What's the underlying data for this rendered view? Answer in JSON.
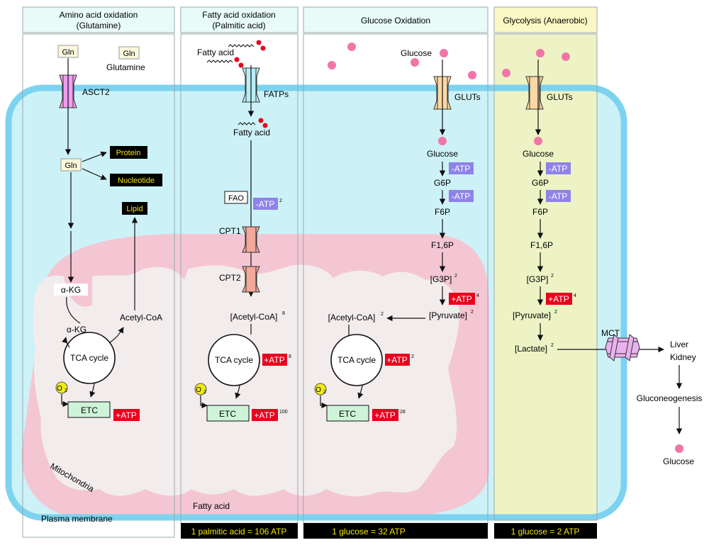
{
  "panels": {
    "amino": {
      "title_line1": "Amino acid oxidation",
      "title_line2": "(Glutamine)"
    },
    "fatty": {
      "title_line1": "Fatty acid oxidation",
      "title_line2": "(Palmitic acid)"
    },
    "glucose": {
      "title": "Glucose Oxidation"
    },
    "glycolysis": {
      "title": "Glycolysis (Anaerobic)"
    }
  },
  "labels": {
    "gln": "Gln",
    "glutamine": "Glutamine",
    "asct2": "ASCT2",
    "protein": "Protein",
    "nucleotide": "Nucleotide",
    "lipid": "Lipid",
    "akg": "α-KG",
    "acetyl_coa": "Acetyl-CoA",
    "tca_cycle": "TCA cycle",
    "etc": "ETC",
    "o2": "O",
    "o2_sub": "2",
    "plus_atp": "+ATP",
    "minus_atp": "-ATP",
    "fatty_acid": "Fatty acid",
    "fatps": "FATPs",
    "fao": "FAO",
    "cpt1": "CPT1",
    "cpt2": "CPT2",
    "acetyl_coa_bracket": "[Acetyl-CoA]",
    "glucose": "Glucose",
    "gluts": "GLUTs",
    "g6p": "G6P",
    "f6p": "F6P",
    "f16p": "F1,6P",
    "g3p": "[G3P]",
    "pyruvate": "[Pyruvate]",
    "lactate": "[Lactate]",
    "mct": "MCT",
    "liver": "Liver",
    "kidney": "Kidney",
    "gluconeogenesis": "Gluconeogenesis",
    "mitochondria": "Mitochondria",
    "plasma_membrane": "Plasma membrane"
  },
  "superscripts": {
    "fao_atp": "2",
    "acetyl_coa_fatty": "8",
    "tca_atp_fatty": "8",
    "etc_atp_fatty": "100",
    "acetyl_coa_glucose": "2",
    "tca_atp_glucose": "2",
    "etc_atp_glucose": "28",
    "g3p": "2",
    "pyruvate": "2",
    "glycolysis_atp": "4",
    "lactate": "2"
  },
  "footers": {
    "fatty": "1 palmitic acid = 106 ATP",
    "glucose": "1 glucose = 32 ATP",
    "glycolysis": "1 glucose = 2 ATP"
  },
  "colors": {
    "cell_fill": "#ccf2f8",
    "membrane": "#7dd3ef",
    "mito_fill": "#f4c6d4",
    "mito_inner": "#f3eced",
    "glycolysis_fill": "#edf3c4",
    "glycolysis_header": "#fbf8c4",
    "header_fill": "#e8fbf8",
    "atp_plus": "#e8001c",
    "atp_minus": "#8f82e8",
    "etc_fill": "#cdf4d8",
    "label_dark": "#000000",
    "label_yellow_text": "#f3e600",
    "o2_fill": "#f2ea1d",
    "glucose_dot": "#f176a7",
    "asct2_fill": "#f29df0",
    "fatps_fill": "#b9edf7",
    "gluts_fill": "#fbd8a4",
    "cpt_fill": "#f2a89a",
    "mct_fill": "#eab1ef",
    "gln_box_fill": "#fbf8dc"
  }
}
